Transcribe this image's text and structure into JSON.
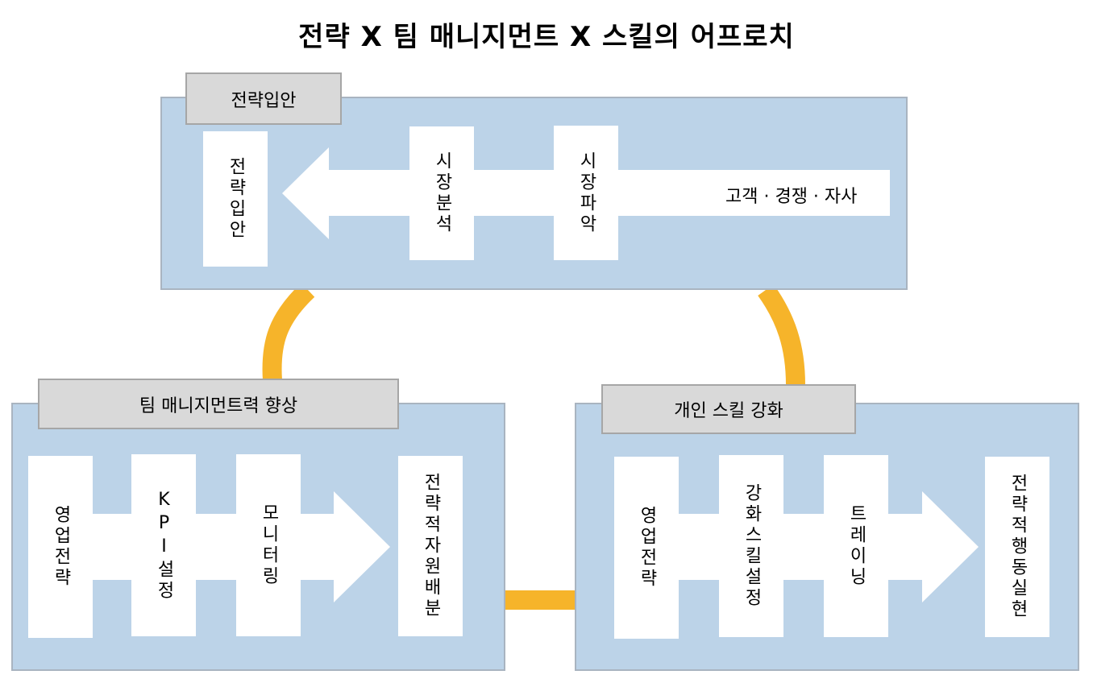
{
  "title": "전략 X 팀 매니지먼트 X 스킬의 어프로치",
  "colors": {
    "panel": "#bcd3e8",
    "tag": "#d9d9d9",
    "connector": "#f6b42a",
    "box": "#ffffff"
  },
  "top_panel": {
    "tag": "전략입안",
    "boxes": [
      "전략입안",
      "시장분석",
      "시장파악"
    ],
    "arrow_text": "고객 · 경쟁 · 자사"
  },
  "left_panel": {
    "tag": "팀 매니지먼트력 향상",
    "boxes": [
      "영업전략",
      "KPI설정",
      "모니터링",
      "전략적자원배분"
    ]
  },
  "right_panel": {
    "tag": "개인 스킬 강화",
    "boxes": [
      "영업전략",
      "강화스킬설정",
      "트레이닝",
      "전략적행동실현"
    ]
  }
}
